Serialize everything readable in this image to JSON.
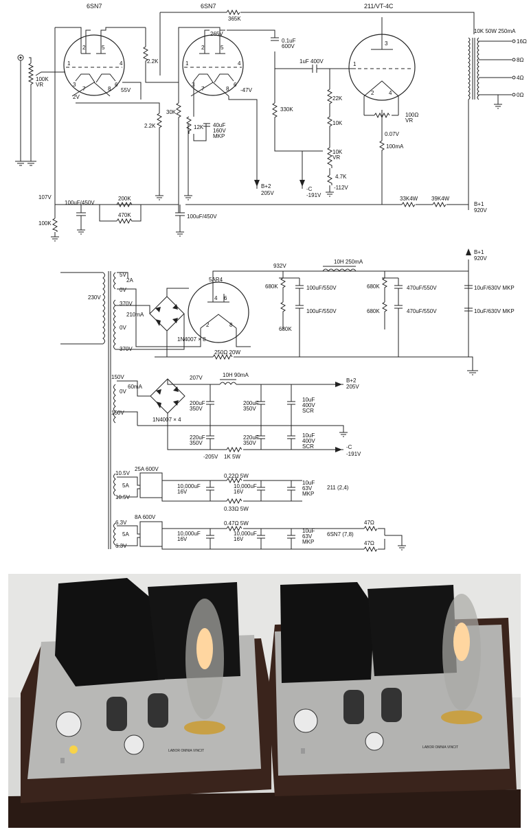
{
  "amp": {
    "tube_labels": [
      "6SN7",
      "6SN7",
      "211/VT-4C"
    ],
    "labels": {
      "r365k": "365K",
      "vr100k": "100K",
      "vr": "VR",
      "r2_2k": "2.2K",
      "r30k": "30K",
      "r12k": "12K",
      "c40uf": "40uF",
      "c40uf_v": "160V",
      "c40uf_t": "MKP",
      "c01uf": "0.1uF",
      "c01uf_v": "600V",
      "c1uf": "1uF 400V",
      "r330k": "330K",
      "r22k": "22K",
      "r10k": "10K",
      "r4_7k": "4.7K",
      "vneg112": "-112V",
      "c_rail": "-C",
      "vneg191": "-191V",
      "b2": "B+2",
      "v205": "205V",
      "v2": "2V",
      "v55": "55V",
      "v265": "265V",
      "vneg47": "-47V",
      "r100ohm": "100Ω",
      "v007": "0.07V",
      "ma100": "100mA",
      "ot": "10K 50W 250mA",
      "r33k4w": "33K4W",
      "r39k4w": "39K4W",
      "b1": "B+1",
      "v920": "920V",
      "v107": "107V",
      "r100k": "100K",
      "c100uf450v": "100uF/450V",
      "r200k": "200K",
      "r470k": "470K"
    },
    "pins": {
      "t1_1": "1",
      "t1_2": "2",
      "t1_3": "3",
      "t1_4": "4",
      "t1_5": "5",
      "t1_6": "6",
      "t1_7": "7",
      "t1_8": "8",
      "t2_1": "1",
      "t2_2": "2",
      "t2_3": "3",
      "t2_4": "4",
      "t2_5": "5",
      "t2_6": "6",
      "t2_7": "7",
      "t2_8": "8",
      "t3_1": "1",
      "t3_2": "2",
      "t3_3": "3",
      "t3_4": "4"
    },
    "taps": [
      "16Ω",
      "8Ω",
      "4Ω",
      "0Ω"
    ]
  },
  "ps": {
    "b1": "B+1",
    "v920": "920V",
    "mains": "230V",
    "sec_5v": "5V",
    "sec_2a": "2A",
    "sec_0v": "0V",
    "sec_370v": "370V",
    "sec_210ma": "210mA",
    "tube_5ar4": "5AR4",
    "pins": {
      "p2": "2",
      "p4": "4",
      "p6": "6",
      "p8": "8"
    },
    "v932": "932V",
    "bridge1": "1N4007 × 8",
    "choke1": "10H 250mA",
    "r680k": "680K",
    "c100uf550": "100uF/550V",
    "c470uf550": "470uF/550V",
    "c10uf630": "10uF/630V MKP",
    "r250ohm": "250Ω 20W",
    "sec_150v": "150V",
    "sec_60ma": "60mA",
    "bridge2": "1N4007 × 4",
    "choke2": "10H 90mA",
    "v207": "207V",
    "vneg205": "-205V",
    "b2": "B+2",
    "v205": "205V",
    "c_rail": "-C",
    "vneg191": "-191V",
    "c200uf": "200uF",
    "c220uf": "220uF",
    "v350": "350V",
    "c10uf": "10uF",
    "v400": "400V",
    "scr": "SCR",
    "r1k5w": "1K 5W",
    "fil1_v": "10.5V",
    "fil1_a": "5A",
    "bridge3": "25A 600V",
    "r022": "0.22Ω 5W",
    "r033": "0.33Ω 5W",
    "c10000uf": "10,000uF",
    "v16": "16V",
    "v63": "63V",
    "mkp": "MKP",
    "fil1_target": "211 (2,4)",
    "fil2_v": "6.3V",
    "fil2_a": "5A",
    "bridge4": "8A 600V",
    "r047": "0.47Ω 5W",
    "fil2_target": "6SN7 (7,8)",
    "r47": "47Ω"
  },
  "photo": {
    "motto": "LABOR OMNIA VINCIT"
  }
}
